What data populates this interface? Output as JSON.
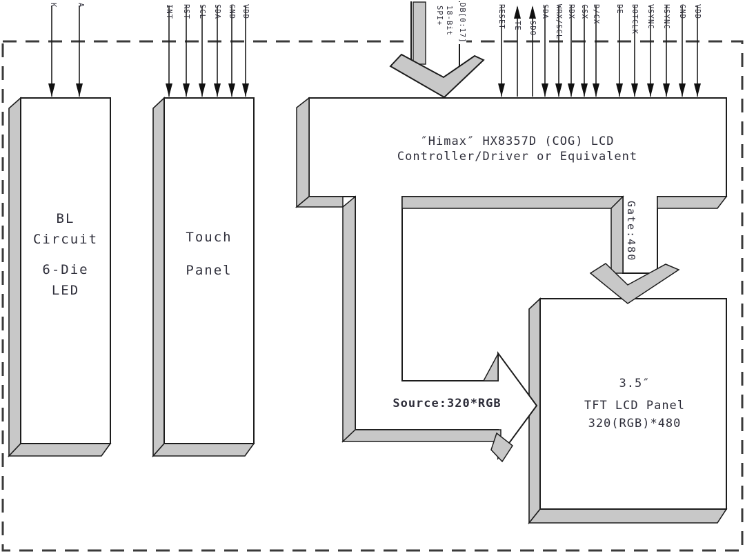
{
  "blocks": {
    "bl": {
      "lines": [
        "BL",
        "Circuit",
        "6-Die",
        "LED"
      ]
    },
    "touch": {
      "lines": [
        "Touch",
        "Panel"
      ]
    },
    "controller": {
      "lines": [
        "″Himax″ HX8357D (COG) LCD",
        "Controller/Driver or Equivalent"
      ]
    },
    "panel": {
      "lines": [
        "3.5″",
        "TFT LCD Panel",
        "320(RGB)*480"
      ]
    }
  },
  "buses": {
    "db_bus": {
      "line1": "SPI+",
      "line2": "18-Bit",
      "tag": "DB[0:17]"
    },
    "gate_bus": {
      "label": "Gate:480"
    },
    "source_bus": {
      "label": "Source:320*RGB"
    }
  },
  "pins": {
    "bl": [
      "K",
      "A"
    ],
    "touch": [
      "INT",
      "RST",
      "SCL",
      "SDA",
      "GND",
      "VDD"
    ],
    "controller": [
      "RESET",
      "TE",
      "SDO",
      "SDA",
      "WRX/SCL",
      "RDX",
      "CSX",
      "D/CX",
      "DE",
      "DOTCLK",
      "VSYNC",
      "HSYNC",
      "GND",
      "VDD"
    ]
  },
  "colors": {
    "bevel_gray": "#c8c8c8",
    "line_ink": "#1c1c1c",
    "text_ink": "#2e2e3a"
  }
}
